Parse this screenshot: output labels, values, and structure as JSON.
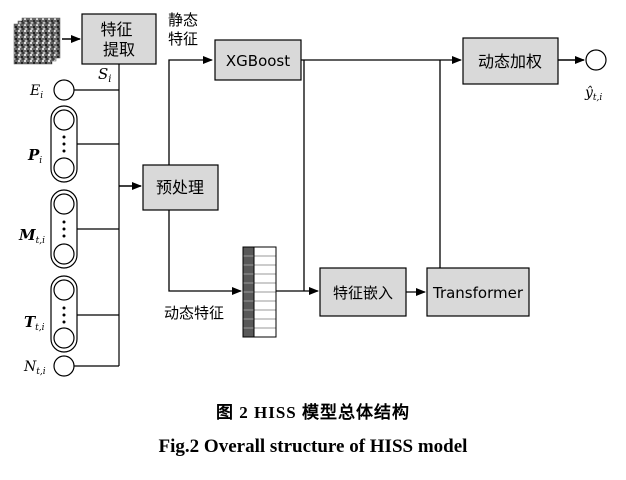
{
  "boxes": {
    "feature_extraction": "特征\n提取",
    "preprocess": "预处理",
    "xgboost": "XGBoost",
    "dynamic_weighting": "动态加权",
    "feature_embedding": "特征嵌入",
    "transformer": "Transformer"
  },
  "text": {
    "static_feature": "静态\n特征",
    "dynamic_feature": "动态特征"
  },
  "symbols": {
    "S": "S",
    "S_sub": "i",
    "E": "E",
    "E_sub": "i",
    "P": "P",
    "P_sub": "i",
    "M": "M",
    "M_sub": "t,i",
    "T": "T",
    "T_sub": "t,i",
    "N": "N",
    "N_sub": "t,i",
    "yhat": "ŷ",
    "yhat_sub": "t,i"
  },
  "caption": {
    "cn": "图 2    HISS 模型总体结构",
    "en": "Fig.2    Overall structure of HISS model"
  },
  "colors": {
    "box_fill": "#d9d9d9",
    "line": "#000000",
    "dark_cell": "#595959"
  },
  "icons": [
    "satellite-image-stack-icon",
    "vertical-dots-icon",
    "arrow-icon"
  ]
}
